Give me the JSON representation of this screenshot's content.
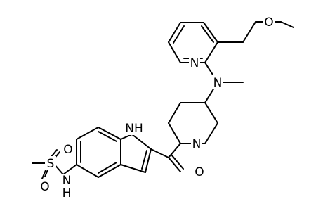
{
  "molecule": {
    "atoms": [
      {
        "id": "pyridine_n",
        "label": "N"
      },
      {
        "id": "methoxy_o",
        "label": "O"
      },
      {
        "id": "amine_n",
        "label": "N"
      },
      {
        "id": "indole_nh",
        "label": "NH"
      },
      {
        "id": "piperidine_n",
        "label": "N"
      },
      {
        "id": "carbonyl_o",
        "label": "O"
      },
      {
        "id": "sulfonyl_s",
        "label": "S"
      },
      {
        "id": "sulfonyl_o1",
        "label": "O"
      },
      {
        "id": "sulfonyl_o2",
        "label": "O"
      },
      {
        "id": "sulfonamide_n",
        "label": "N"
      },
      {
        "id": "sulfonamide_h",
        "label": "H"
      }
    ]
  }
}
